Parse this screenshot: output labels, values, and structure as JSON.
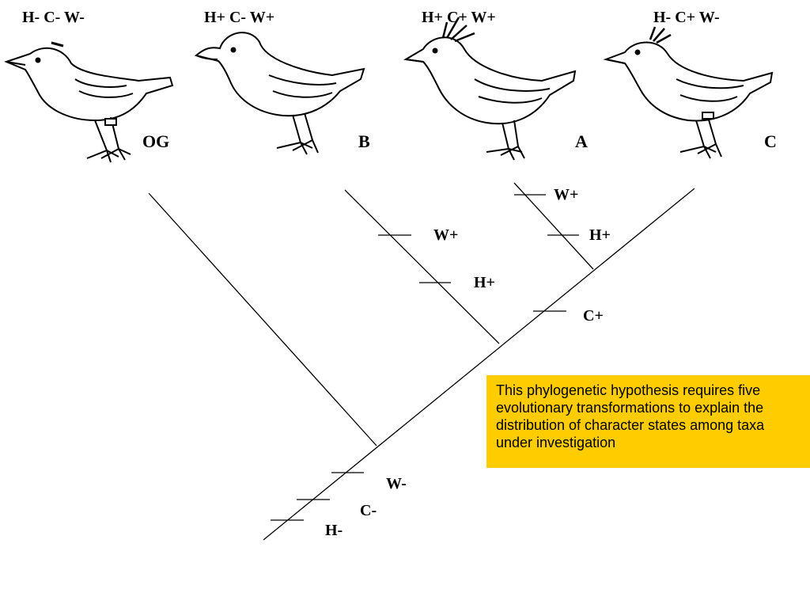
{
  "taxa": [
    {
      "id": "og",
      "name": "OG",
      "states": "H- C- W-"
    },
    {
      "id": "b",
      "name": "B",
      "states": "H+ C- W+"
    },
    {
      "id": "a",
      "name": "A",
      "states": "H+ C+ W+"
    },
    {
      "id": "c",
      "name": "C",
      "states": "H- C+ W-"
    }
  ],
  "tree": {
    "branch_labels": {
      "a_w": "W+",
      "a_h": "H+",
      "b_w": "W+",
      "b_h": "H+",
      "ac_c": "C+",
      "root_w": "W-",
      "root_c": "C-",
      "root_h": "H-"
    }
  },
  "note": {
    "text": "This phylogenetic hypothesis requires five evolutionary transformations to explain the distribution of character states among taxa under investigation"
  },
  "colors": {
    "note_background": "#ffcc00",
    "lines": "#000000"
  }
}
